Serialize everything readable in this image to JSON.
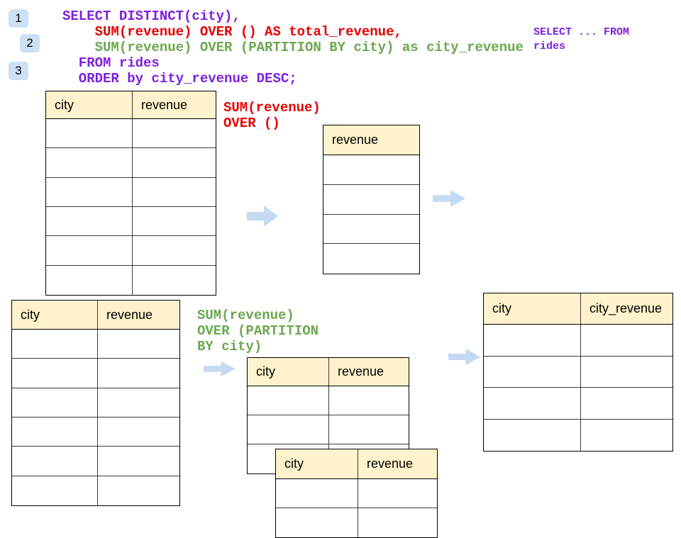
{
  "colors": {
    "background": "#ffffff",
    "sql_purple": "#7e1fe0",
    "sql_red": "#e60000",
    "sql_green": "#6aa84f",
    "table_header_bg": "#fff2cc",
    "table_border": "#000000",
    "arrow_fill": "#c3daf2",
    "badge_bg": "#cde1f4"
  },
  "badges": [
    {
      "label": "1"
    },
    {
      "label": "2"
    },
    {
      "label": "3"
    }
  ],
  "sql_code": {
    "lines": [
      {
        "text": "SELECT DISTINCT(city),",
        "color": "purple"
      },
      {
        "text": "    SUM(revenue) OVER () AS total_revenue,",
        "color": "red"
      },
      {
        "text": "    SUM(revenue) OVER (PARTITION BY city) as city_revenue",
        "color": "green"
      },
      {
        "text": "  FROM rides",
        "color": "purple"
      },
      {
        "text": "  ORDER by city_revenue DESC;",
        "color": "purple"
      }
    ]
  },
  "side_note": {
    "lines": [
      "SELECT ... FROM",
      "rides"
    ]
  },
  "annotations": {
    "over_all": {
      "lines": [
        "SUM(revenue)",
        "OVER ()"
      ]
    },
    "over_partition": {
      "lines": [
        "SUM(revenue)",
        "OVER (PARTITION",
        "BY city)"
      ]
    }
  },
  "icons": {
    "flow_arrow": "right-arrow"
  },
  "tables": {
    "rides_top": {
      "columns": [
        "city",
        "revenue"
      ],
      "rows": 6
    },
    "total_result": {
      "columns": [
        "revenue"
      ],
      "rows": 4
    },
    "rides_bottom": {
      "columns": [
        "city",
        "revenue"
      ],
      "rows": 6
    },
    "partition_step": {
      "columns": [
        "city",
        "revenue"
      ],
      "rows": 3
    },
    "partition_step2": {
      "columns": [
        "city",
        "revenue"
      ],
      "rows": 2
    },
    "city_revenue_result": {
      "columns": [
        "city",
        "city_revenue"
      ],
      "rows": 4
    }
  }
}
